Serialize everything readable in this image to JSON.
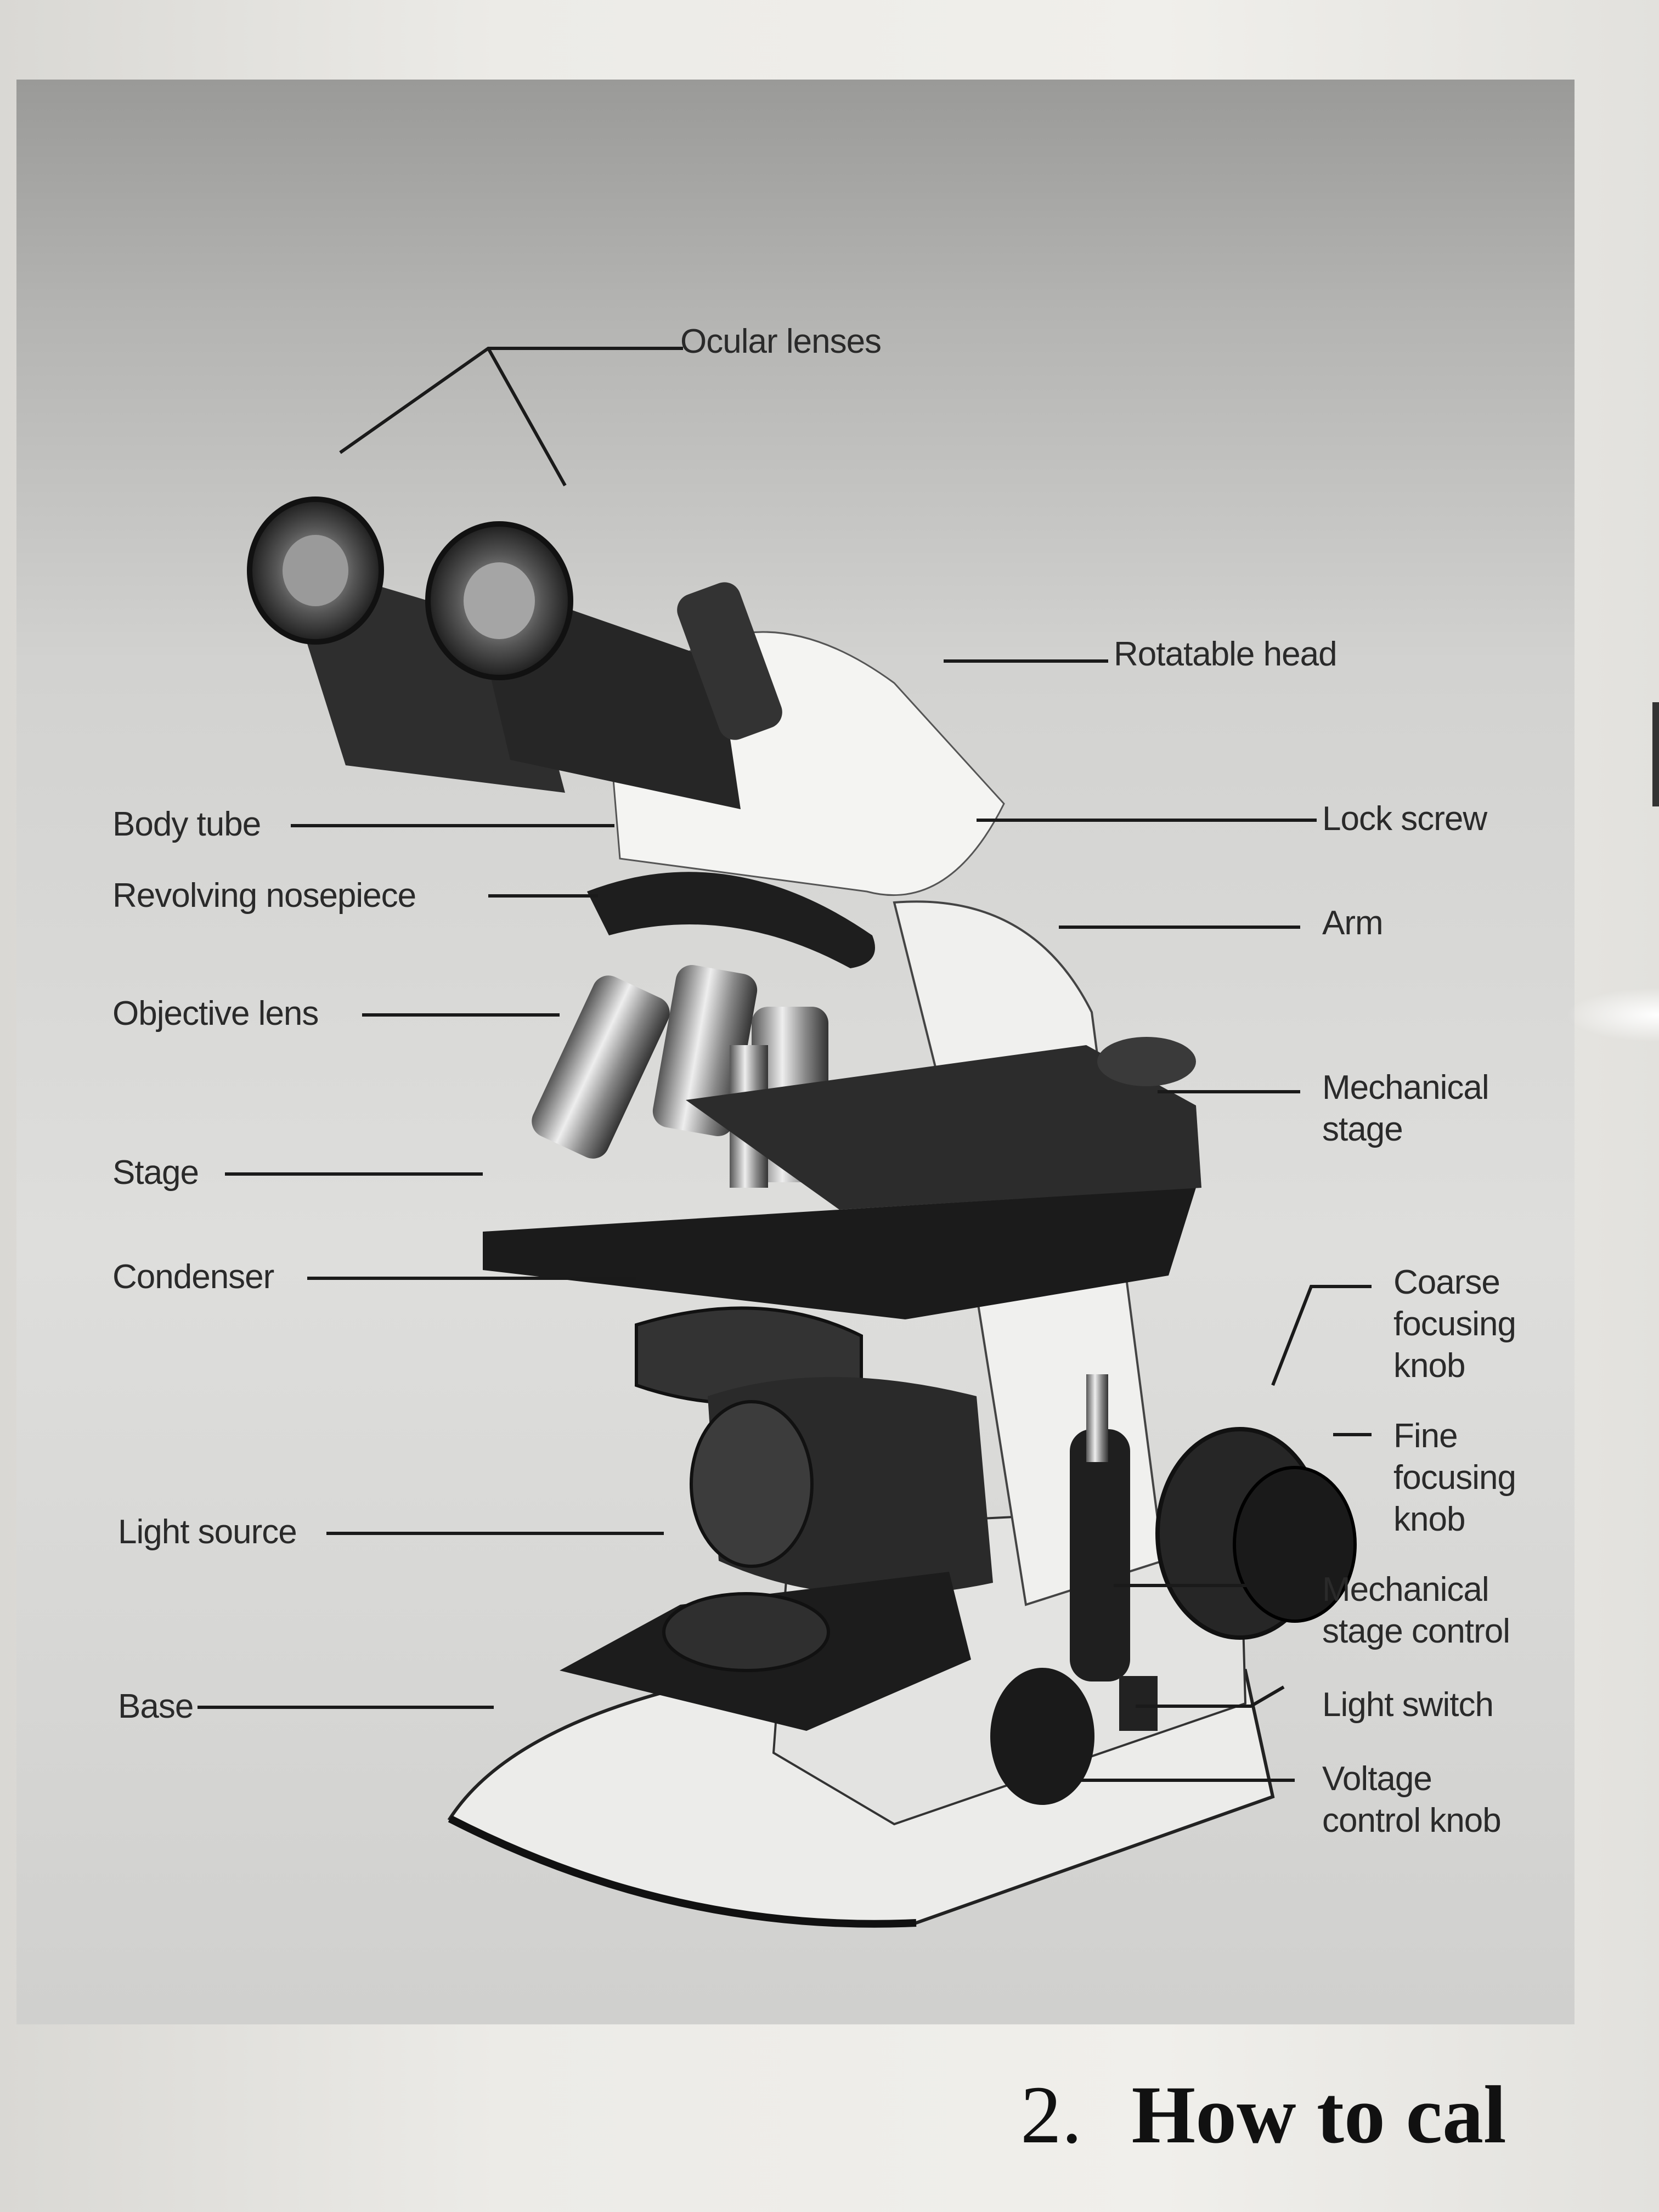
{
  "labels": {
    "ocular_lenses": "Ocular lenses",
    "rotatable_head": "Rotatable head",
    "body_tube": "Body tube",
    "lock_screw": "Lock screw",
    "revolving_nosepiece": "Revolving nosepiece",
    "arm": "Arm",
    "objective_lens": "Objective lens",
    "mechanical_stage": "Mechanical\nstage",
    "stage": "Stage",
    "condenser": "Condenser",
    "coarse_focusing_knob": "Coarse\nfocusing\nknob",
    "fine_focusing_knob": "Fine\nfocusing\nknob",
    "light_source": "Light source",
    "mechanical_stage_control": "Mechanical\nstage control",
    "base": "Base",
    "light_switch": "Light switch",
    "voltage_control_knob": "Voltage\ncontrol knob"
  },
  "heading": {
    "number": "2.",
    "text": "How to cal"
  }
}
